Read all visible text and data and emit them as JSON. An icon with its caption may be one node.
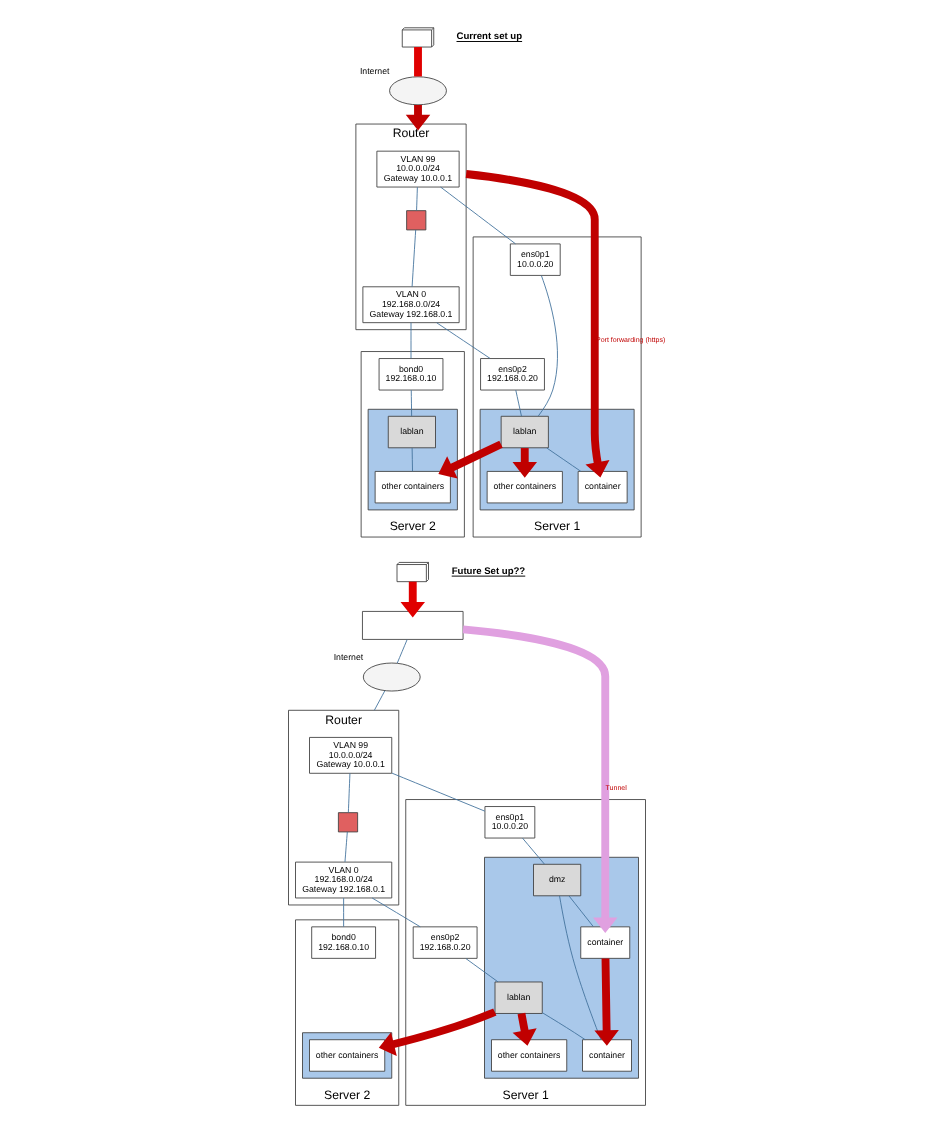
{
  "diagram": {
    "nodes": [
      {
        "text": [],
        "shape": "laptop"
      },
      {
        "text": [],
        "shape": "cloud",
        "beside": [
          "Internet"
        ]
      },
      {
        "text": [
          "Router"
        ]
      },
      {
        "text": [
          "VLAN 99",
          "10.0.0.0/24",
          "Gateway 10.0.0.1"
        ],
        "in": 2
      },
      {
        "text": [],
        "shape": "firewall",
        "in": 2
      },
      {
        "text": [
          "VLAN 0",
          "192.168.0.0/24",
          "Gateway 192.168.0.1"
        ],
        "in": 2
      },
      {
        "text": [
          "Server 1"
        ]
      },
      {
        "text": [
          "ens0p1",
          "10.0.0.20"
        ],
        "in": 6
      },
      {
        "text": [
          "ens0p2",
          "192.168.0.20"
        ],
        "in": 6
      },
      {
        "text": [],
        "shape": "box",
        "in": 6
      },
      {
        "text": [
          "lablan"
        ],
        "in": 9
      },
      {
        "text": [
          "container"
        ],
        "in": 9
      },
      {
        "text": [
          "other containers"
        ],
        "in": 9
      },
      {
        "text": [
          "Server 2"
        ]
      },
      {
        "text": [
          "bond0",
          "192.168.0.10"
        ],
        "in": 13
      },
      {
        "text": [],
        "shape": "box",
        "in": 13
      },
      {
        "text": [
          "lablan"
        ],
        "in": 15
      },
      {
        "text": [
          "other containers"
        ],
        "in": 15
      },
      {
        "text": [],
        "shape": "laptop"
      },
      {
        "text": [],
        "shape": "box"
      },
      {
        "text": [],
        "shape": "cloud",
        "beside": [
          "Internet"
        ]
      },
      {
        "text": [
          "Router"
        ]
      },
      {
        "text": [
          "VLAN 99",
          "10.0.0.0/24",
          "Gateway 10.0.0.1"
        ],
        "in": 21
      },
      {
        "text": [],
        "shape": "firewall",
        "in": 21
      },
      {
        "text": [
          "VLAN 0",
          "192.168.0.0/24",
          "Gateway 192.168.0.1"
        ],
        "in": 21
      },
      {
        "text": [
          "Server 1"
        ]
      },
      {
        "text": [
          "ens0p1",
          "10.0.0.20"
        ],
        "in": 25
      },
      {
        "text": [
          "ens0p2",
          "192.168.0.20"
        ],
        "in": 25
      },
      {
        "text": [],
        "shape": "box",
        "in": 25
      },
      {
        "text": [
          "dmz"
        ],
        "in": 28
      },
      {
        "text": [
          "lablan"
        ],
        "in": 28
      },
      {
        "text": [
          "container"
        ],
        "in": 28
      },
      {
        "text": [
          "container"
        ],
        "in": 28
      },
      {
        "text": [
          "other containers"
        ],
        "in": 28
      },
      {
        "text": [
          "Server 2"
        ]
      },
      {
        "text": [
          "bond0",
          "192.168.0.10"
        ],
        "in": 34
      },
      {
        "text": [],
        "shape": "box",
        "in": 34
      },
      {
        "text": [
          "other containers"
        ],
        "in": 36
      }
    ],
    "edges": [
      {
        "from": 0,
        "to": 1,
        "arrow": "none",
        "style": "thick",
        "color": "#e00000"
      },
      {
        "from": 1,
        "to": 2,
        "arrow": "to",
        "style": "thick",
        "color": "#c00000"
      },
      {
        "from": 2,
        "to": 11,
        "arrow": "to",
        "label": "Port forwarding (https)",
        "style": "thick",
        "color": "#c00000"
      },
      {
        "from": 3,
        "to": 4,
        "arrow": "none"
      },
      {
        "from": 4,
        "to": 5,
        "arrow": "none"
      },
      {
        "from": 3,
        "to": 7,
        "arrow": "none"
      },
      {
        "from": 5,
        "to": 8,
        "arrow": "none"
      },
      {
        "from": 5,
        "to": 14,
        "arrow": "none"
      },
      {
        "from": 7,
        "to": 10,
        "arrow": "none"
      },
      {
        "from": 8,
        "to": 10,
        "arrow": "none"
      },
      {
        "from": 10,
        "to": 11,
        "arrow": "none"
      },
      {
        "from": 10,
        "to": 12,
        "arrow": "to",
        "style": "thick",
        "color": "#c00000"
      },
      {
        "from": 10,
        "to": 17,
        "arrow": "to",
        "style": "thick",
        "color": "#c00000"
      },
      {
        "from": 14,
        "to": 16,
        "arrow": "none"
      },
      {
        "from": 16,
        "to": 17,
        "arrow": "none"
      },
      {
        "from": 18,
        "to": 19,
        "arrow": "to",
        "style": "thick",
        "color": "#e00000"
      },
      {
        "from": 19,
        "to": 20,
        "arrow": "none"
      },
      {
        "from": 20,
        "to": 21,
        "arrow": "none"
      },
      {
        "from": 19,
        "to": 31,
        "arrow": "to",
        "label": "Tunnel",
        "style": "thick",
        "color": "#e0a0e0"
      },
      {
        "from": 22,
        "to": 23,
        "arrow": "none"
      },
      {
        "from": 23,
        "to": 24,
        "arrow": "none"
      },
      {
        "from": 22,
        "to": 26,
        "arrow": "none"
      },
      {
        "from": 24,
        "to": 27,
        "arrow": "none"
      },
      {
        "from": 24,
        "to": 35,
        "arrow": "none"
      },
      {
        "from": 26,
        "to": 29,
        "arrow": "none"
      },
      {
        "from": 27,
        "to": 30,
        "arrow": "none"
      },
      {
        "from": 29,
        "to": 31,
        "arrow": "none"
      },
      {
        "from": 29,
        "to": 32,
        "arrow": "none"
      },
      {
        "from": 31,
        "to": 32,
        "arrow": "to",
        "style": "thick",
        "color": "#c00000"
      },
      {
        "from": 30,
        "to": 32,
        "arrow": "none"
      },
      {
        "from": 30,
        "to": 33,
        "arrow": "to",
        "style": "thick",
        "color": "#c00000"
      },
      {
        "from": 30,
        "to": 37,
        "arrow": "to",
        "style": "thick",
        "color": "#c00000"
      }
    ],
    "labels": [
      "Current set up",
      "Future Set up??"
    ]
  }
}
